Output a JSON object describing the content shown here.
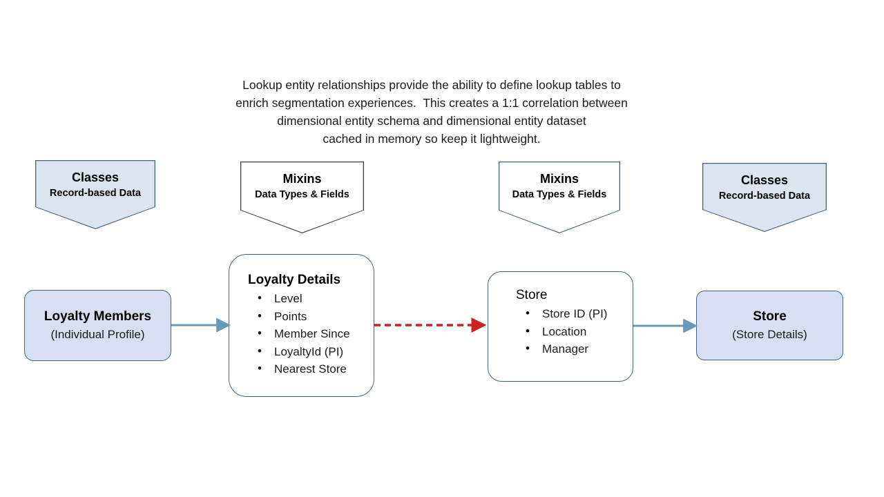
{
  "intro": {
    "lines": [
      "Lookup entity relationships provide the ability to define lookup tables to",
      "enrich segmentation experiences.  This creates a 1:1 correlation between",
      "dimensional entity schema and dimensional entity dataset",
      "cached in memory so keep it lightweight."
    ]
  },
  "colors": {
    "banner_blue_fill": "#dce3f1",
    "banner_white_fill": "#ffffff",
    "banner_blue_border": "#44637a",
    "banner_white_border": "#3d3d3d",
    "node_blue_fill": "#d7e0f2",
    "node_white_fill": "#ffffff",
    "node_border": "#44637a",
    "arrow_blue": "#6699bb",
    "arrow_red": "#cc2222"
  },
  "banners": [
    {
      "title": "Classes",
      "subtitle": "Record-based Data",
      "style": "blue"
    },
    {
      "title": "Mixins",
      "subtitle": "Data Types & Fields",
      "style": "white"
    },
    {
      "title": "Mixins",
      "subtitle": "Data Types & Fields",
      "style": "white"
    },
    {
      "title": "Classes",
      "subtitle": "Record-based Data",
      "style": "blue"
    }
  ],
  "nodes": {
    "loyalty_members": {
      "title": "Loyalty Members",
      "subtitle": "(Individual Profile)"
    },
    "loyalty_details": {
      "title": "Loyalty Details",
      "items": [
        "Level",
        "Points",
        "Member Since",
        "LoyaltyId (PI)",
        "Nearest Store"
      ]
    },
    "store_entity": {
      "title": "Store",
      "items": [
        "Store ID (PI)",
        "Location",
        "Manager"
      ]
    },
    "store_class": {
      "title": "Store",
      "subtitle": "(Store Details)"
    }
  },
  "connectors": [
    {
      "name": "members-to-details",
      "kind": "solid-blue-arrow"
    },
    {
      "name": "details-to-store",
      "kind": "dashed-red-arrow"
    },
    {
      "name": "store-to-class",
      "kind": "solid-blue-arrow"
    }
  ]
}
